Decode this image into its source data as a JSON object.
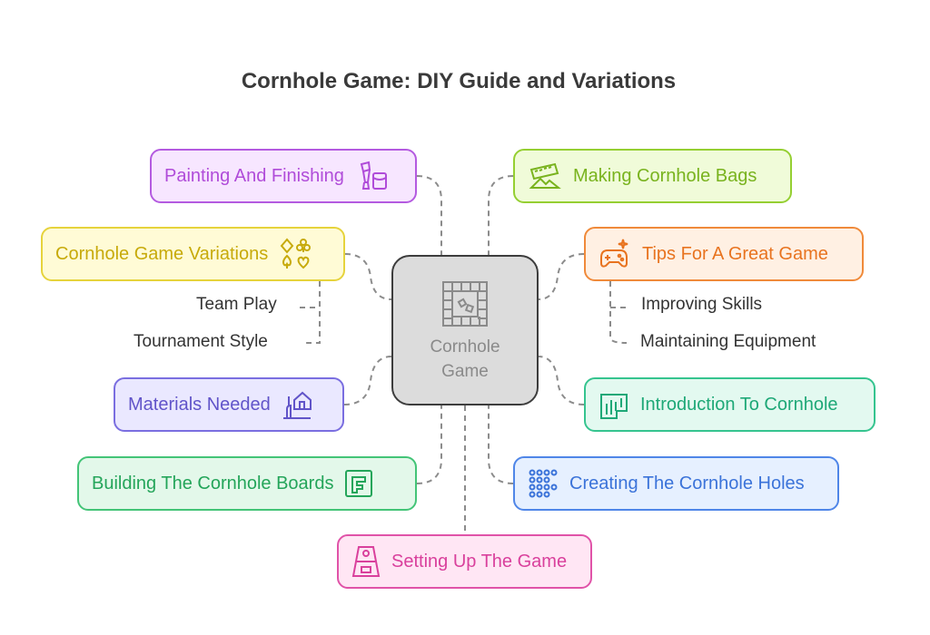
{
  "title": "Cornhole Game: DIY Guide and Variations",
  "center": {
    "line1": "Cornhole",
    "line2": "Game",
    "icon": "board-game-icon"
  },
  "branches": {
    "painting": {
      "label": "Painting And Finishing",
      "icon": "paint-brush-icon",
      "color": "#b45ae0"
    },
    "variations": {
      "label": "Cornhole Game Variations",
      "icon": "card-suits-icon",
      "color": "#e6d33c"
    },
    "materials": {
      "label": "Materials Needed",
      "icon": "home-tools-icon",
      "color": "#7a6ee0"
    },
    "building": {
      "label": "Building The Cornhole Boards",
      "icon": "board-frame-icon",
      "color": "#43c477"
    },
    "setup": {
      "label": "Setting Up The Game",
      "icon": "cornhole-board-icon",
      "color": "#e053a8"
    },
    "bags": {
      "label": "Making Cornhole Bags",
      "icon": "bag-icon",
      "color": "#95cf32"
    },
    "tips": {
      "label": "Tips For A Great Game",
      "icon": "gamepad-icon",
      "color": "#f08a3a"
    },
    "intro": {
      "label": "Introduction To Cornhole",
      "icon": "chart-icon",
      "color": "#35c48f"
    },
    "holes": {
      "label": "Creating The Cornhole Holes",
      "icon": "dot-grid-icon",
      "color": "#4f86e8"
    }
  },
  "subitems": {
    "team_play": "Team Play",
    "tournament": "Tournament Style",
    "improving": "Improving Skills",
    "maintaining": "Maintaining Equipment"
  }
}
